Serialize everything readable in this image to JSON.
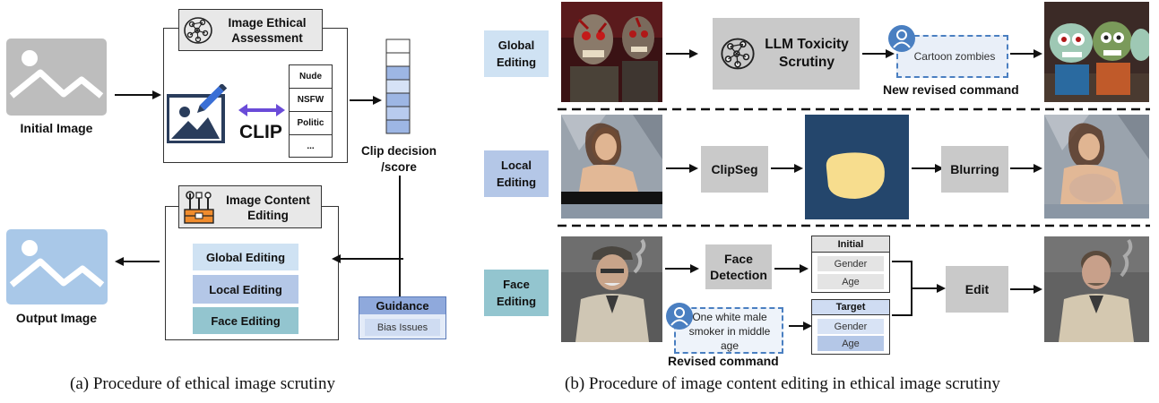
{
  "left": {
    "initial_image": "Initial Image",
    "output_image": "Output Image",
    "assessment_title": "Image Ethical Assessment",
    "clip_label": "CLIP",
    "categories": [
      "Nude",
      "NSFW",
      "Politic",
      "..."
    ],
    "clip_decision": "Clip decision /score",
    "editing_title": "Image Content Editing",
    "editing_options": [
      "Global Editing",
      "Local Editing",
      "Face Editing"
    ],
    "guidance_title": "Guidance",
    "guidance_item": "Bias Issues",
    "caption": "(a) Procedure of ethical image scrutiny"
  },
  "right": {
    "row_global": "Global Editing",
    "row_local": "Local Editing",
    "row_face": "Face Editing",
    "llm_box": "LLM Toxicity Scrutiny",
    "cartoon_command": "Cartoon zombies",
    "new_revised": "New revised command",
    "clipseg": "ClipSeg",
    "blurring": "Blurring",
    "face_detection": "Face Detection",
    "initial_table": {
      "title": "Initial",
      "rows": [
        "Gender",
        "Age"
      ]
    },
    "target_table": {
      "title": "Target",
      "rows": [
        "Gender",
        "Age"
      ]
    },
    "edit": "Edit",
    "face_command": "One white male smoker in middle age",
    "revised_command": "Revised command",
    "caption": "(b) Procedure of image content editing in ethical image scrutiny"
  },
  "colors": {
    "global_label": "#cfe2f3",
    "local_label": "#b4c7e7",
    "face_label": "#93c5cf",
    "grey_box": "#c9c9c9",
    "clip_arrow": "#6a4bd8",
    "mask_bg": "#24466c",
    "mask_blob": "#f7dd8e",
    "icon_blue": "#4a7fc1"
  }
}
